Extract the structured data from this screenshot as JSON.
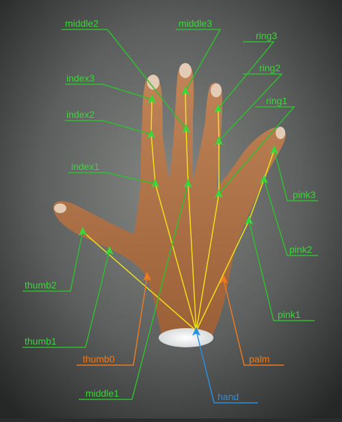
{
  "colors": {
    "finger_label": "#3ad63a",
    "finger_line": "#2fbf2f",
    "palm_label": "#f07a1e",
    "hand_label": "#2a8fe0",
    "bone": "#f2e21a",
    "skin": "#b27548"
  },
  "labels": {
    "middle2": "middle2",
    "middle3": "middle3",
    "ring3": "ring3",
    "index3": "index3",
    "ring2": "ring2",
    "index2": "index2",
    "ring1": "ring1",
    "index1": "index1",
    "pink3": "pink3",
    "pink2": "pink2",
    "thumb2": "thumb2",
    "thumb1": "thumb1",
    "pink1": "pink1",
    "thumb0": "thumb0",
    "palm": "palm",
    "middle1": "middle1",
    "hand": "hand"
  }
}
